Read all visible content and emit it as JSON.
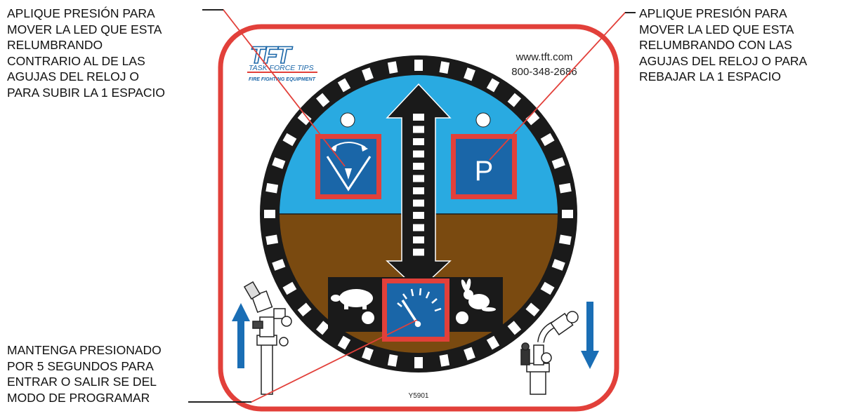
{
  "callouts": {
    "ccw": {
      "lines": [
        "APLIQUE PRESIÓN PARA",
        "MOVER LA LED QUE ESTA",
        "RELUMBRANDO",
        "CONTRARIO AL DE LAS",
        "AGUJAS DEL RELOJ O",
        "PARA SUBIR LA 1 ESPACIO"
      ]
    },
    "cw": {
      "lines": [
        "APLIQUE PRESIÓN PARA",
        "MOVER LA LED QUE ESTA",
        "RELUMBRANDO CON LAS",
        "AGUJAS DEL RELOJ O PARA",
        "REBAJAR LA 1 ESPACIO"
      ]
    },
    "hold": {
      "lines": [
        "MANTENGA PRESIONADO",
        "POR 5 SEGUNDOS PARA",
        "ENTRAR O SALIR SE DEL",
        "MODO DE PROGRAMAR"
      ]
    }
  },
  "brand": {
    "logo_text": "TFT",
    "name": "TASK FORCE TIPS",
    "tagline": "FIRE FIGHTING EQUIPMENT",
    "website": "www.tft.com",
    "phone": "800-348-2686"
  },
  "panel": {
    "program_key_label": "P",
    "part_number": "Y5901"
  },
  "icons": [
    "sweep-icon",
    "p-icon",
    "pressure-gauge-icon",
    "turtle-icon",
    "rabbit-icon",
    "up-arrow-icon",
    "down-arrow-icon",
    "monitor-nozzle-icon"
  ],
  "colors": {
    "border_red": "#e2403a",
    "sky_blue": "#29aae1",
    "ground_brown": "#7a4a10",
    "button_blue": "#1a66a8",
    "dark_ring": "#1a1a1a",
    "arrow_blue": "#1a6eb5"
  }
}
